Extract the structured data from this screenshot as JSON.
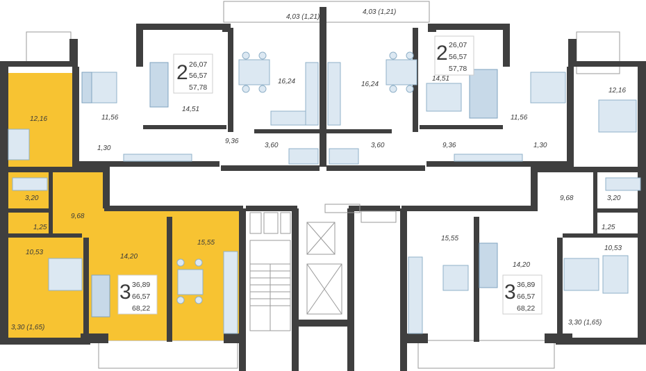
{
  "colors": {
    "highlight": "#f7c332",
    "wall": "#3f3f3f",
    "furniture": "#dce8f2",
    "furniture_stroke": "#8fb0c8"
  },
  "apartments": {
    "two_room_left": {
      "rooms": "2",
      "area_living": "26,07",
      "area_total": "56,57",
      "area_full": "57,78"
    },
    "two_room_right": {
      "rooms": "2",
      "area_living": "26,07",
      "area_total": "56,57",
      "area_full": "57,78"
    },
    "three_room_left": {
      "rooms": "3",
      "area_living": "36,89",
      "area_total": "66,57",
      "area_full": "68,22"
    },
    "three_room_right": {
      "rooms": "3",
      "area_living": "36,89",
      "area_total": "66,57",
      "area_full": "68,22"
    }
  },
  "room_areas": {
    "balcony_top_left": "4,03 (1,21)",
    "balcony_top_right": "4,03 (1,21)",
    "l_bed_11_56": "11,56",
    "l_living_14_51": "14,51",
    "l_kitchen_16_24": "16,24",
    "r_kitchen_16_24": "16,24",
    "r_living_14_51": "14,51",
    "r_bed_11_56": "11,56",
    "r_bed_12_16": "12,16",
    "l_bed_12_16": "12,16",
    "l_hall_9_36": "9,36",
    "r_hall_9_36": "9,36",
    "l_wc_1_30": "1,30",
    "r_wc_1_30": "1,30",
    "l_bath_3_60": "3,60",
    "r_bath_3_60": "3,60",
    "l_bath_3_20": "3,20",
    "r_bath_3_20": "3,20",
    "l_hall_9_68": "9,68",
    "r_hall_9_68": "9,68",
    "l_wc_1_25": "1,25",
    "r_wc_1_25": "1,25",
    "l_bed_10_53": "10,53",
    "r_bed_10_53": "10,53",
    "l_living_14_20": "14,20",
    "r_living_14_20": "14,20",
    "l_kitchen_15_55": "15,55",
    "r_kitchen_15_55": "15,55",
    "balcony_bottom_left": "3,30 (1,65)",
    "balcony_bottom_right": "3,30 (1,65)"
  }
}
